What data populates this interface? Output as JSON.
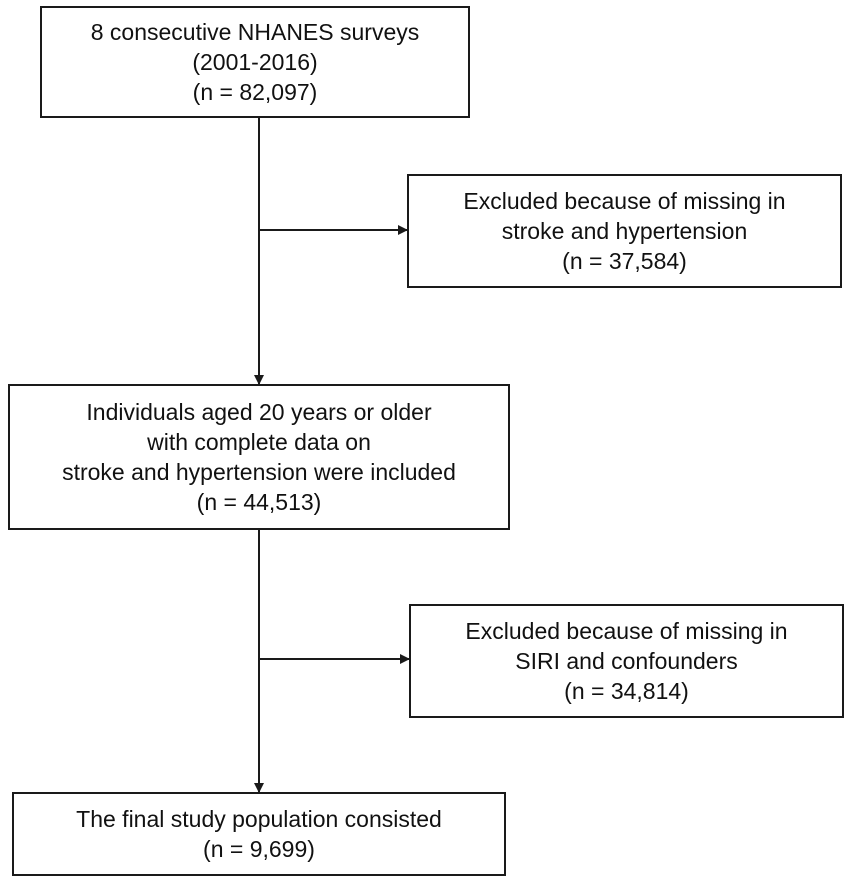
{
  "flowchart": {
    "boxes": [
      {
        "id": "source",
        "lines": [
          "8 consecutive NHANES surveys",
          "(2001-2016)",
          "(n = 82,097)"
        ]
      },
      {
        "id": "exclusion-1",
        "lines": [
          "Excluded because of missing in",
          "stroke and hypertension",
          "(n = 37,584)"
        ]
      },
      {
        "id": "included",
        "lines": [
          "Individuals aged 20 years or older",
          "with complete data on",
          "stroke and hypertension were included",
          "(n = 44,513)"
        ]
      },
      {
        "id": "exclusion-2",
        "lines": [
          "Excluded because of missing in",
          "SIRI and confounders",
          "(n = 34,814)"
        ]
      },
      {
        "id": "final",
        "lines": [
          "The final study population consisted",
          "(n = 9,699)"
        ]
      }
    ],
    "colors": {
      "line": "#1a1a1a",
      "text": "#111111",
      "background": "#ffffff"
    }
  }
}
